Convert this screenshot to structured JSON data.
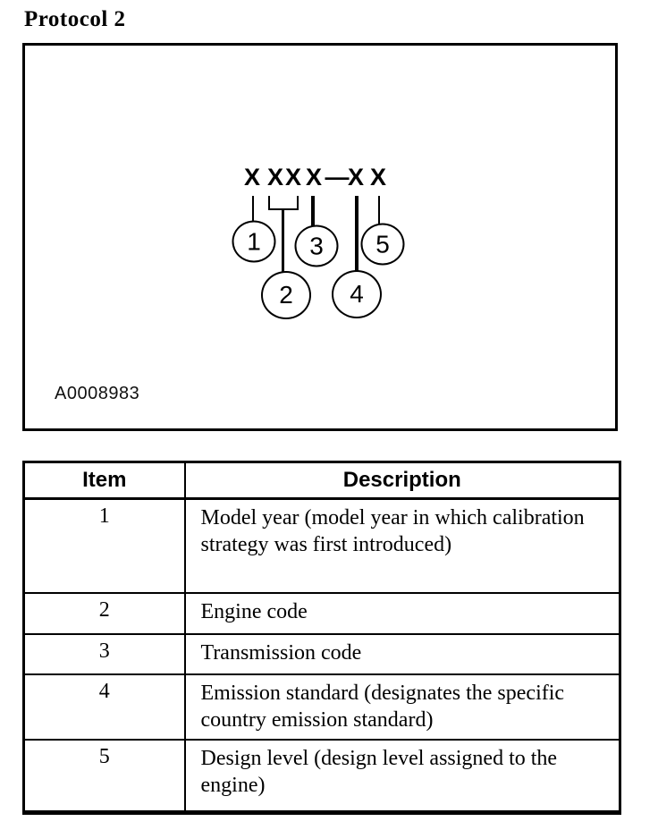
{
  "page": {
    "title": "Protocol 2",
    "ink_color": "#000000",
    "background_color": "#ffffff"
  },
  "figure": {
    "label": "A0008983",
    "code_segments": [
      "X",
      "XX",
      "X",
      "—",
      "X",
      "X"
    ],
    "callouts": [
      "1",
      "2",
      "3",
      "4",
      "5"
    ]
  },
  "table": {
    "headers": [
      "Item",
      "Description"
    ],
    "rows": [
      {
        "item": "1",
        "description": "Model year (model year in which calibration strategy was first introduced)"
      },
      {
        "item": "2",
        "description": "Engine code"
      },
      {
        "item": "3",
        "description": "Transmission code"
      },
      {
        "item": "4",
        "description": "Emission standard (designates the specific country emission standard)"
      },
      {
        "item": "5",
        "description": "Design level (design level assigned to the engine)"
      }
    ]
  }
}
